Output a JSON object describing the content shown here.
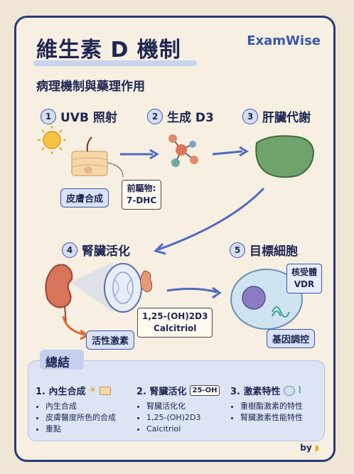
{
  "title": "維生素 D 機制",
  "brand": "ExamWise",
  "subtitle": "病理機制與藥理作用",
  "steps": [
    {
      "num": "1",
      "label": "UVB 照射"
    },
    {
      "num": "2",
      "label": "生成 D3"
    },
    {
      "num": "3",
      "label": "肝臟代謝"
    },
    {
      "num": "4",
      "label": "腎臟活化"
    },
    {
      "num": "5",
      "label": "目標細胞"
    }
  ],
  "tags": {
    "skin_synthesis": "皮膚合成",
    "precursor_line1": "前驅物:",
    "precursor_line2": "7-DHC",
    "hormone_activation": "活性激素",
    "calcitriol_line1": "1,25-(OH)2D3",
    "calcitriol_line2": "Calcitriol",
    "receptor_line1": "核受體",
    "receptor_line2": "VDR",
    "gene_control": "基因調控"
  },
  "summary": {
    "title": "總結",
    "columns": [
      {
        "heading": "1. 內生合成",
        "items": [
          "內生合成",
          "皮膚醫度所色的合成",
          "重點"
        ]
      },
      {
        "heading": "2. 腎臟活化",
        "badge": "25-OH",
        "items": [
          "腎臟活化化",
          "1,25-(OH)2D3",
          "Calcitriol"
        ]
      },
      {
        "heading": "3. 激素特性",
        "items": [
          "重樹酯激素的特性",
          "腎臟激素性能特性"
        ]
      }
    ]
  },
  "byline": "by",
  "colors": {
    "accent": "#3b57a8",
    "border": "#2b3a7a",
    "liver": "#6fa36b",
    "kidney": "#d9735a",
    "cell": "#cfe3f0",
    "nucleus": "#8a7cbf"
  }
}
